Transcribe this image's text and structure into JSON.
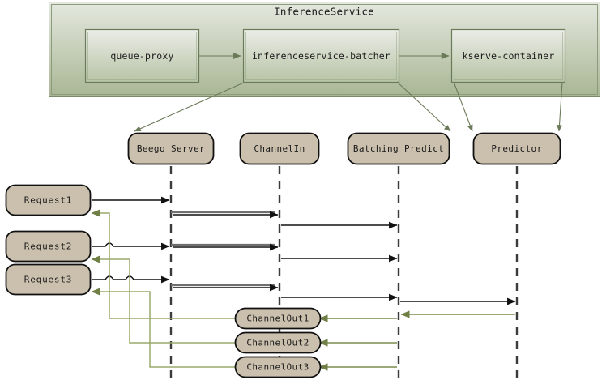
{
  "diagram": {
    "type": "sequence-diagram",
    "colors": {
      "container_border": "#6b7a58",
      "container_fill_top": "#e3e7de",
      "container_fill_bottom": "#a8b593",
      "component_fill_top": "#e9ece6",
      "component_fill_bottom": "#b6c2a4",
      "lifeline_box_fill": "#cbc0ad",
      "lifeline_box_border": "#111111",
      "lifeline_dash": "#3b3b3b",
      "message_arrow": "#111111",
      "return_arrow": "#7a8c4e",
      "connector_arrow": "#6b7a58",
      "activation_bar": "#777777"
    }
  },
  "container": {
    "title": "InferenceService",
    "components": [
      {
        "id": "queue-proxy",
        "label": "queue-proxy"
      },
      {
        "id": "inferenceservice-batcher",
        "label": "inferenceservice-batcher"
      },
      {
        "id": "kserve-container",
        "label": "kserve-container"
      }
    ],
    "component_flow": [
      {
        "from": "queue-proxy",
        "to": "inferenceservice-batcher"
      },
      {
        "from": "inferenceservice-batcher",
        "to": "kserve-container"
      }
    ]
  },
  "lifelines": [
    {
      "id": "beego-server",
      "label": "Beego Server"
    },
    {
      "id": "channelin",
      "label": "ChannelIn"
    },
    {
      "id": "batching-predict",
      "label": "Batching Predict"
    },
    {
      "id": "predictor",
      "label": "Predictor"
    }
  ],
  "container_to_lifeline_links": [
    {
      "from": "inferenceservice-batcher",
      "to": "beego-server"
    },
    {
      "from": "inferenceservice-batcher",
      "to": "batching-predict"
    },
    {
      "from": "kserve-container",
      "to": "predictor"
    },
    {
      "from": "kserve-container",
      "to": "predictor"
    }
  ],
  "requests": [
    {
      "id": "request1",
      "label": "Request1"
    },
    {
      "id": "request2",
      "label": "Request2"
    },
    {
      "id": "request3",
      "label": "Request3"
    }
  ],
  "channel_outs": [
    {
      "id": "channelout1",
      "label": "ChannelOut1"
    },
    {
      "id": "channelout2",
      "label": "ChannelOut2"
    },
    {
      "id": "channelout3",
      "label": "ChannelOut3"
    }
  ],
  "messages": [
    {
      "id": "m1",
      "from": "request1",
      "to": "beego-server",
      "kind": "call"
    },
    {
      "id": "m2",
      "from": "beego-server",
      "to": "channelin",
      "kind": "call"
    },
    {
      "id": "m3",
      "from": "channelin",
      "to": "batching-predict",
      "kind": "call"
    },
    {
      "id": "m4",
      "from": "request2",
      "to": "beego-server",
      "kind": "call"
    },
    {
      "id": "m5",
      "from": "beego-server",
      "to": "channelin",
      "kind": "call"
    },
    {
      "id": "m6",
      "from": "channelin",
      "to": "batching-predict",
      "kind": "call"
    },
    {
      "id": "m7",
      "from": "request3",
      "to": "beego-server",
      "kind": "call"
    },
    {
      "id": "m8",
      "from": "beego-server",
      "to": "channelin",
      "kind": "call"
    },
    {
      "id": "m9",
      "from": "channelin",
      "to": "batching-predict",
      "kind": "call"
    },
    {
      "id": "m10",
      "from": "batching-predict",
      "to": "predictor",
      "kind": "call"
    },
    {
      "id": "r1",
      "from": "predictor",
      "to": "batching-predict",
      "kind": "return"
    },
    {
      "id": "r2",
      "from": "batching-predict",
      "to": "channelout1",
      "kind": "return"
    },
    {
      "id": "r3",
      "from": "batching-predict",
      "to": "channelout2",
      "kind": "return"
    },
    {
      "id": "r4",
      "from": "batching-predict",
      "to": "channelout3",
      "kind": "return"
    },
    {
      "id": "r5",
      "from": "channelout1",
      "to": "request1",
      "kind": "return"
    },
    {
      "id": "r6",
      "from": "channelout2",
      "to": "request2",
      "kind": "return"
    },
    {
      "id": "r7",
      "from": "channelout3",
      "to": "request3",
      "kind": "return"
    }
  ]
}
